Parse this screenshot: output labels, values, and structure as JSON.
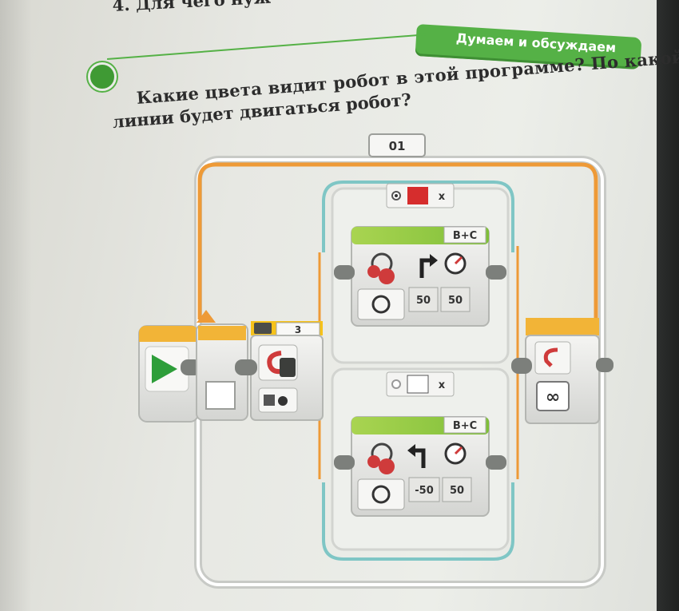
{
  "previous_item": "4. Для чего нуж",
  "section_banner": "Думаем и обсуждаем",
  "question_line1": "Какие цвета видит робот в этой программе? По какой",
  "question_line2": "линии будет двигаться робот?",
  "program": {
    "loop_label": "01",
    "switch_port": "3",
    "loop_mode_symbol": "∞",
    "top_case": {
      "case_color": "#d62d2d",
      "ports": "B+C",
      "steering": "50",
      "power": "50"
    },
    "bottom_case": {
      "case_color": "#ffffff",
      "ports": "B+C",
      "steering": "-50",
      "power": "50"
    },
    "colors": {
      "loop_wire": "#ee9a37",
      "switch_wire": "#7fc6c5",
      "block_green": "#8dc63f",
      "play_green": "#2e9e3a",
      "sensor_yellow": "#f6c21a",
      "icon_red": "#cf3b3b"
    }
  }
}
